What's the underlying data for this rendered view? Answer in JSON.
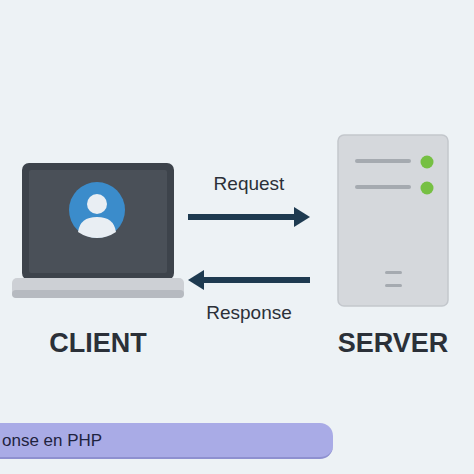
{
  "diagram": {
    "nodes": [
      {
        "text": [
          "CLIENT"
        ]
      },
      {
        "text": [
          "SERVER"
        ]
      },
      {
        "text": [
          "onse en PHP"
        ]
      }
    ],
    "edges": [
      {
        "from": 0,
        "to": 1,
        "label": "Request",
        "arrow": "to"
      },
      {
        "from": 1,
        "to": 0,
        "label": "Response",
        "arrow": "to"
      }
    ]
  }
}
